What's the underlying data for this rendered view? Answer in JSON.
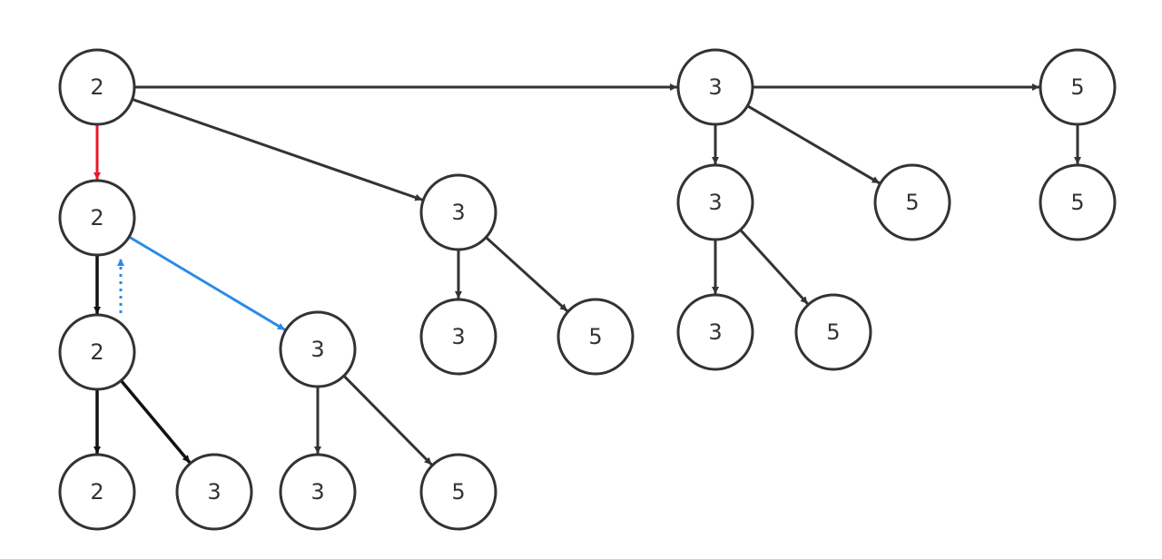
{
  "colors": {
    "node_stroke": "#333333",
    "edge_default": "#333333",
    "edge_red": "#e8192c",
    "edge_blue": "#2b8ae8",
    "edge_black": "#111111"
  },
  "nodes": [
    {
      "id": "n0",
      "label": "2"
    },
    {
      "id": "n1",
      "label": "3"
    },
    {
      "id": "n2",
      "label": "5"
    },
    {
      "id": "n3",
      "label": "2"
    },
    {
      "id": "n4",
      "label": "3"
    },
    {
      "id": "n5",
      "label": "3"
    },
    {
      "id": "n6",
      "label": "5"
    },
    {
      "id": "n7",
      "label": "5"
    },
    {
      "id": "n8",
      "label": "2"
    },
    {
      "id": "n9",
      "label": "3"
    },
    {
      "id": "n10",
      "label": "3"
    },
    {
      "id": "n11",
      "label": "5"
    },
    {
      "id": "n12",
      "label": "3"
    },
    {
      "id": "n13",
      "label": "5"
    },
    {
      "id": "n14",
      "label": "2"
    },
    {
      "id": "n15",
      "label": "3"
    },
    {
      "id": "n16",
      "label": "3"
    },
    {
      "id": "n17",
      "label": "5"
    }
  ],
  "edges": [
    {
      "from": "n0",
      "to": "n1",
      "style": "default"
    },
    {
      "from": "n1",
      "to": "n2",
      "style": "default"
    },
    {
      "from": "n0",
      "to": "n3",
      "style": "red"
    },
    {
      "from": "n0",
      "to": "n4",
      "style": "default"
    },
    {
      "from": "n1",
      "to": "n5",
      "style": "default"
    },
    {
      "from": "n1",
      "to": "n6",
      "style": "default"
    },
    {
      "from": "n2",
      "to": "n7",
      "style": "default"
    },
    {
      "from": "n3",
      "to": "n8",
      "style": "black"
    },
    {
      "from": "n3",
      "to": "n9",
      "style": "blue"
    },
    {
      "from": "n4",
      "to": "n10",
      "style": "default"
    },
    {
      "from": "n4",
      "to": "n11",
      "style": "default"
    },
    {
      "from": "n5",
      "to": "n12",
      "style": "default"
    },
    {
      "from": "n5",
      "to": "n13",
      "style": "default"
    },
    {
      "from": "n8",
      "to": "n14",
      "style": "black"
    },
    {
      "from": "n8",
      "to": "n15",
      "style": "black"
    },
    {
      "from": "n9",
      "to": "n16",
      "style": "default"
    },
    {
      "from": "n9",
      "to": "n17",
      "style": "default"
    },
    {
      "from": "n8",
      "to": "n3",
      "style": "blue-dotted"
    }
  ]
}
